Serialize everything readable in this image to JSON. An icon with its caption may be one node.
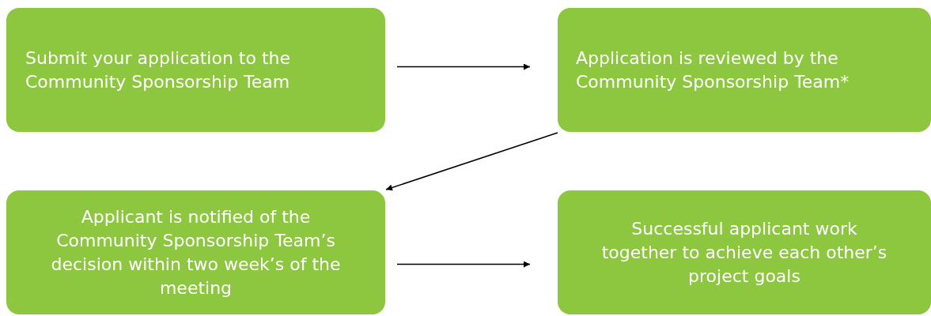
{
  "diagram": {
    "nodes": [
      {
        "text": [
          "Submit your application to the Community Sponsorship Team"
        ]
      },
      {
        "text": [
          "Application is reviewed by the Community Sponsorship Team*"
        ]
      },
      {
        "text": [
          "Applicant is notified of the Community Sponsorship Team’s decision within two week’s of the meeting"
        ]
      },
      {
        "text": [
          "Successful applicant work together to achieve each other’s project goals"
        ]
      }
    ],
    "edges": [
      {
        "from": 0,
        "to": 1,
        "arrow": "to"
      },
      {
        "from": 1,
        "to": 2,
        "arrow": "to"
      },
      {
        "from": 2,
        "to": 3,
        "arrow": "to"
      }
    ]
  }
}
